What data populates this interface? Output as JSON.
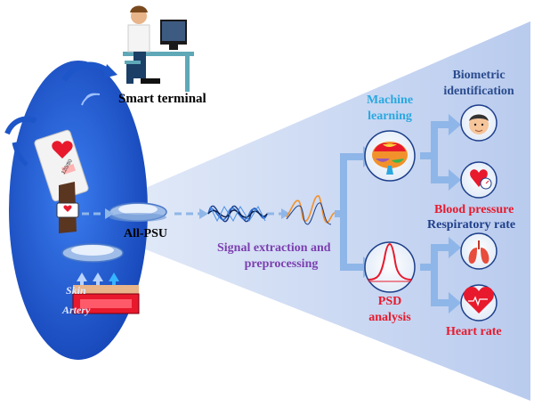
{
  "labels": {
    "smart_terminal": "Smart terminal",
    "all_psu": "All-PSU",
    "signal_extraction_line1": "Signal extraction and",
    "signal_extraction_line2": "preprocessing",
    "machine_learning_line1": "Machine",
    "machine_learning_line2": "learning",
    "psd_line1": "PSD",
    "psd_line2": "analysis",
    "biometric_line1": "Biometric",
    "biometric_line2": "identification",
    "blood_pressure": "Blood pressure",
    "respiratory_rate": "Respiratory rate",
    "heart_rate": "Heart rate",
    "skin": "Skin",
    "artery": "Artery",
    "phone_reading": "120/80"
  },
  "colors": {
    "cone": "#c9d6f0",
    "arrow": "#8fb6e8",
    "biometric_text": "#2a4b8d",
    "blood_pressure_text": "#e8192c",
    "respiratory_text": "#1f3f8a",
    "heart_rate_text": "#e8192c",
    "ml_text": "#29a8e0",
    "psd_text": "#e8192c",
    "signal_text": "#7b3fb0",
    "oval": "#1e5fd6"
  }
}
